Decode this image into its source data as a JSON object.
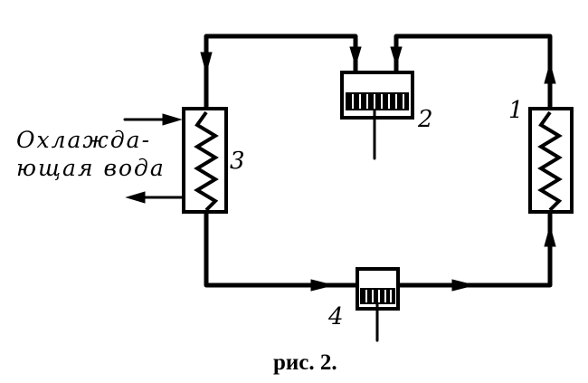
{
  "diagram": {
    "labels": {
      "evaporator": "1",
      "compressor": "2",
      "condenser": "3",
      "expansion_valve": "4"
    },
    "cooling_water": {
      "line1": "Охлажда-",
      "line2": "ющая вода"
    },
    "caption": "рис. 2."
  }
}
